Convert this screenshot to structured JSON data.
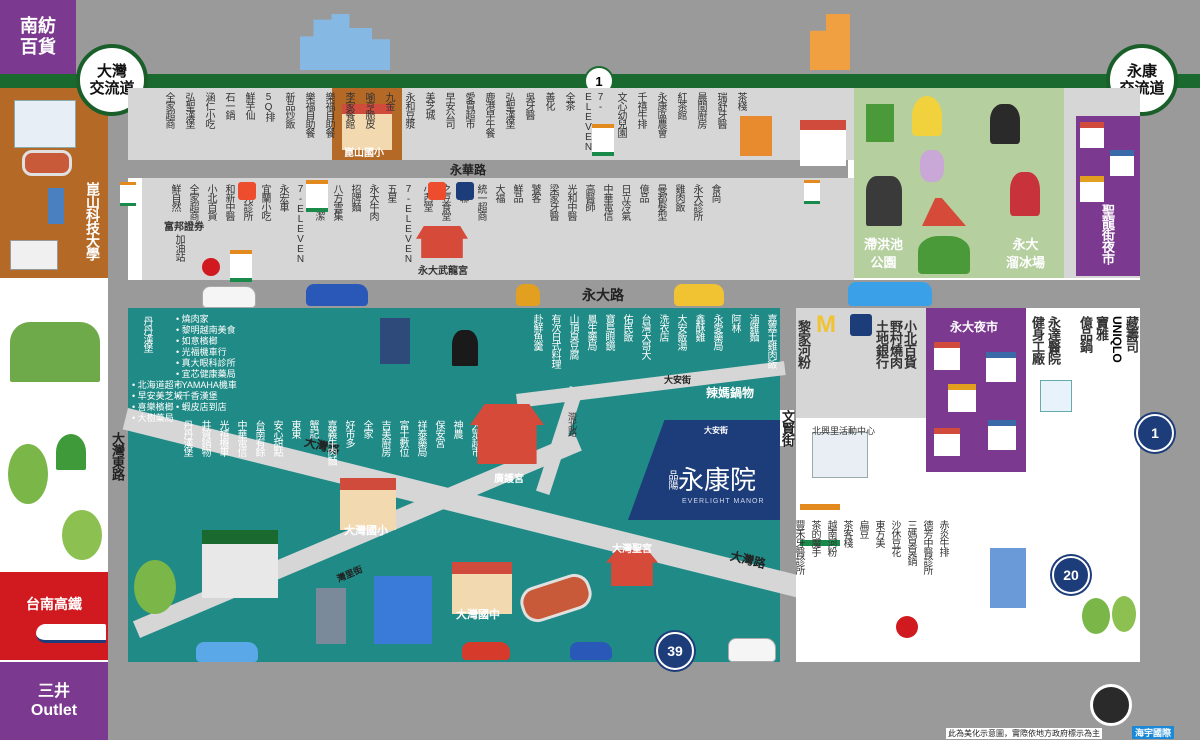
{
  "colors": {
    "road": "#9a9a9a",
    "block": "#d6d6d6",
    "teal": "#1f8a86",
    "greenzone": "#b5cf9f",
    "purple": "#7b3a8f",
    "highway": "#1a6a30",
    "accent_red": "#d01a20"
  },
  "interchanges": {
    "left": "大灣\n交流道",
    "right": "永康\n交流道"
  },
  "highway_shield": "1",
  "route_shields": [
    "1",
    "20",
    "39"
  ],
  "roads": {
    "yonghua": "永華路",
    "yongda": "永大路",
    "dawan": "大灣路",
    "dawan_east": "大灣東路",
    "dawan_lower": "大灣路",
    "wenxian": "文賢街",
    "daan": "大安街",
    "daan2": "大安街",
    "wanbei": "灣北路",
    "wanli": "灣里街"
  },
  "malls": {
    "nanfang": "南紡\n百貨",
    "mitsui": "三井\nOutlet",
    "thsr": "台南高鐵"
  },
  "university": "崑山科技大學",
  "schools": {
    "kunshan_elem": "崑山國小",
    "dawan_elem": "大灣國小",
    "dawan_junior": "大灣國中"
  },
  "temples": {
    "wulong": "永大武龍宮",
    "guanghu": "廣護宮",
    "shenggong": "大灣聖宮"
  },
  "project": {
    "brand": "品陽",
    "name": "永康院",
    "en": "EVERLIGHT MANOR",
    "marker": "北興里活動中心"
  },
  "parks": {
    "detention": "滯洪池\n公園",
    "skate": "永大\n溜冰場"
  },
  "night_market": {
    "shenglong": "聖龍街夜市",
    "yongda": "永大夜市"
  },
  "spicy_pot": "辣媽鍋物",
  "right_labels": {
    "mcd": "黎家河粉",
    "xb": "小北百貨",
    "yec": "野村燒肉",
    "tc": "土地銀行",
    "yk": "永達醫院",
    "ja": "健身工廠",
    "zg": "藏壽司",
    "uq": "UNIQLO",
    "ys": "寶雅",
    "yp": "億品鍋"
  },
  "strip_top": [
    "全家超商",
    "弘聖漢堡",
    "涵仁小吃",
    "石一鍋",
    "鮮芋仙",
    "5Q排",
    "新品炒飯",
    "樂福自助餐",
    "樂福自助餐",
    "李家餐館",
    "喻亨脆皮",
    "九金",
    "永和豆漿",
    "美芝城",
    "早安公司",
    "愛買超市",
    "鹿港早午餐",
    "弘聖漢堡",
    "吳牙醫",
    "善化",
    "全茶",
    "7-ELEVEN",
    "文心幼兒園",
    "千禧牛排",
    "永康區農會",
    "紅茶館",
    "晨間廚房",
    "瑞舒牙醫",
    "茶棧"
  ],
  "strip_mid": [
    "鮮自然",
    "全家超商",
    "小北百貨",
    "和新中醫",
    "慈光診所",
    "宜蘭小吃",
    "永宏車",
    "7-ELEVEN",
    "永大清潔",
    "八方雲集",
    "招牌麵",
    "永大牛肉",
    "五星",
    "7-ELEVEN",
    "小西堂",
    "之豆食堂",
    "全聯",
    "統一超商",
    "大福",
    "鮮品",
    "饕客",
    "梁家牙醫",
    "光和中醫",
    "高醫師",
    "中華電信",
    "日立冷氣",
    "億品",
    "曼都髮型",
    "雞肉飯",
    "永大診所",
    "食尚"
  ],
  "strip_left": [
    "富邦證券",
    "加油站"
  ],
  "teal_left": [
    "燒肉家",
    "黎明越南美食",
    "如意檳榔",
    "光福機車行",
    "真大眼科診所",
    "宜芯健康藥局",
    "YAMAHA機車",
    "千香漢堡",
    "蝦皮店到店"
  ],
  "teal_left2": [
    "北海道超市",
    "早安美芝城",
    "喜樂檳榔",
    "大樹藥局"
  ],
  "teal_v": [
    "丹丹漢堡",
    "井賀鍋物",
    "光禧機車",
    "中華電信",
    "台南有餘",
    "安心甜點",
    "東東",
    "蟹記",
    "嘉義牛肉麵",
    "好市多",
    "全家",
    "吉美廚房",
    "富士數位",
    "祥泰藥局",
    "保安宮",
    "神農",
    "大眾超市",
    "宇宙冰",
    "舒適"
  ],
  "teal_right": [
    "嘉嘉土雞肉飯",
    "滷雞麵",
    "阿林",
    "永愛藥局",
    "鑫酥雞",
    "大安飯湯",
    "洗衣店",
    "台灣大哥大",
    "佑民飯",
    "寶島眼鏡",
    "鳳生藥局",
    "山頂臭豆腐",
    "有次日式料理",
    "赴鮮魚羹"
  ],
  "south_right": [
    "赤炎牛排",
    "德芳中醫診所",
    "三媽臭臭鍋",
    "沙休豆花",
    "東方美",
    "扁豆",
    "茶客棧",
    "越南河粉",
    "茶的魔手",
    "豐禾牙醫診所"
  ],
  "disclaimer": "此為美化示意圖，實際依地方政府標示為主",
  "agency": "海宇國際"
}
